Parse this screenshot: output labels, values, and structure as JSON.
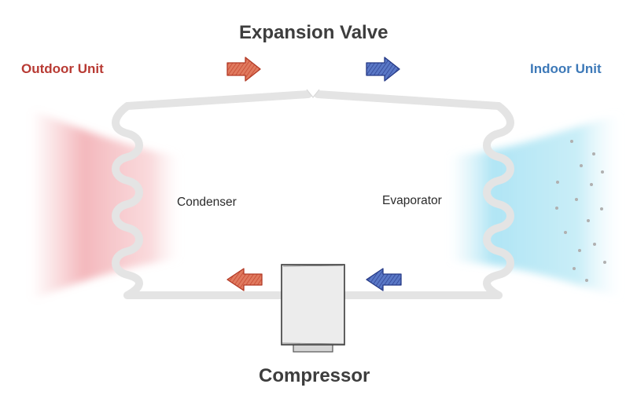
{
  "labels": {
    "expansion_valve": "Expansion Valve",
    "outdoor_unit": "Outdoor Unit",
    "indoor_unit": "Indoor Unit",
    "condenser": "Condenser",
    "evaporator": "Evaporator",
    "compressor": "Compressor"
  },
  "colors": {
    "outdoor": "#b83a33",
    "indoor": "#3d79b8",
    "hot_arrow": "#d9573f",
    "cold_arrow": "#3b5cb0",
    "pipe": "#e4e4e4",
    "title": "#3d3d3d"
  }
}
